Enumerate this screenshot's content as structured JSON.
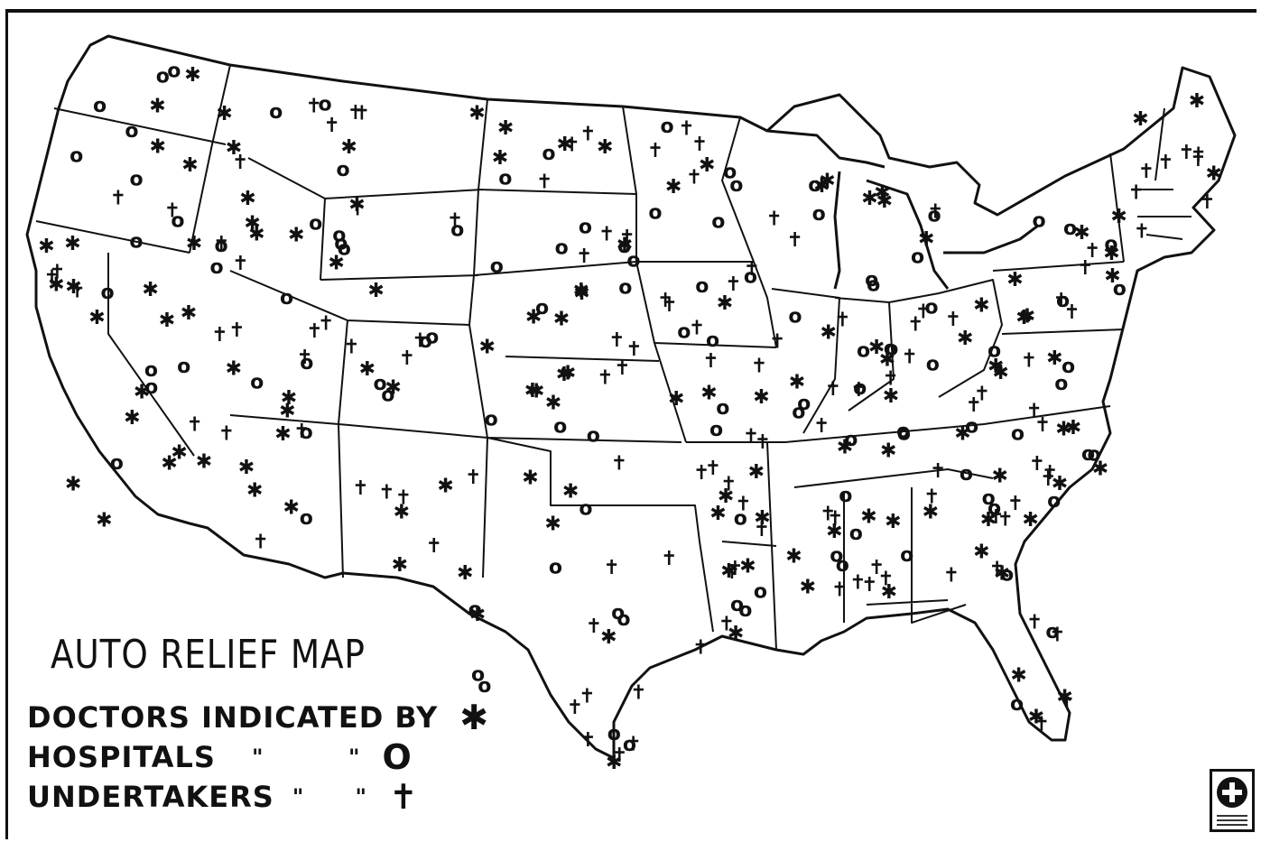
{
  "title": "AUTO RELIEF MAP",
  "legend": [
    {
      "label": "DOCTORS INDICATED BY",
      "ditto": "",
      "symbol": "✱",
      "icon": "asterisk-icon"
    },
    {
      "label": "HOSPITALS",
      "ditto": "\"          \"",
      "symbol": "O",
      "icon": "circle-icon"
    },
    {
      "label": "UNDERTAKERS",
      "ditto": "\"      \"",
      "symbol": "✝",
      "icon": "cross-icon"
    }
  ],
  "colors": {
    "ink": "#111111",
    "paper": "#ffffff"
  },
  "badge": {
    "icon": "red-cross-emblem-icon"
  }
}
